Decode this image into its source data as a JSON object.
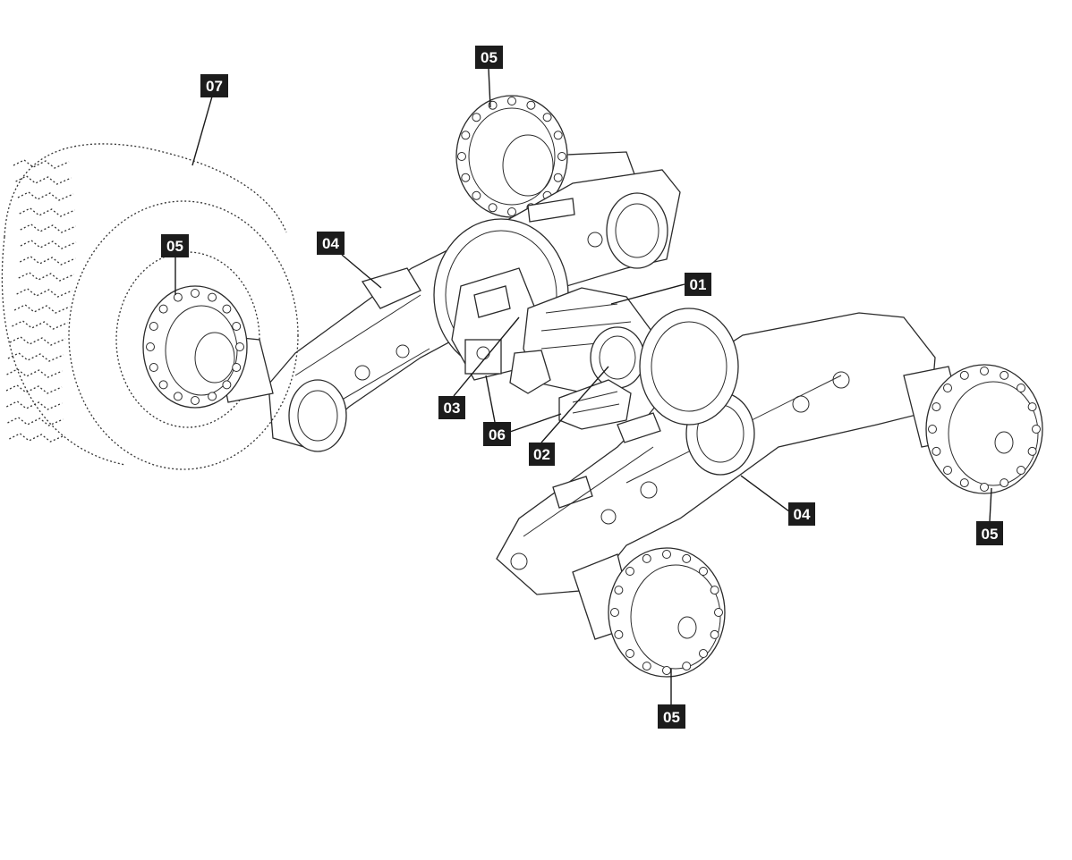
{
  "figure": {
    "palette": {
      "background": "#ffffff",
      "line": "#2b2b2b",
      "label_fill": "#1c1c1c",
      "label_text": "#ffffff"
    },
    "callouts": [
      {
        "id": "c07",
        "text": "07",
        "target": "tire"
      },
      {
        "id": "c05a",
        "text": "05",
        "target": "hub-rear-top"
      },
      {
        "id": "c05b",
        "text": "05",
        "target": "hub-left-wheel"
      },
      {
        "id": "c04a",
        "text": "04",
        "target": "bogie-arm-left"
      },
      {
        "id": "c01",
        "text": "01",
        "target": "differential"
      },
      {
        "id": "c03",
        "text": "03",
        "target": "valve-block"
      },
      {
        "id": "c06",
        "text": "06",
        "target": "sensor"
      },
      {
        "id": "c02",
        "text": "02",
        "target": "brake-unit"
      },
      {
        "id": "c04b",
        "text": "04",
        "target": "bogie-arm-right"
      },
      {
        "id": "c05c",
        "text": "05",
        "target": "hub-right-rear"
      },
      {
        "id": "c05d",
        "text": "05",
        "target": "hub-right-front"
      }
    ]
  }
}
